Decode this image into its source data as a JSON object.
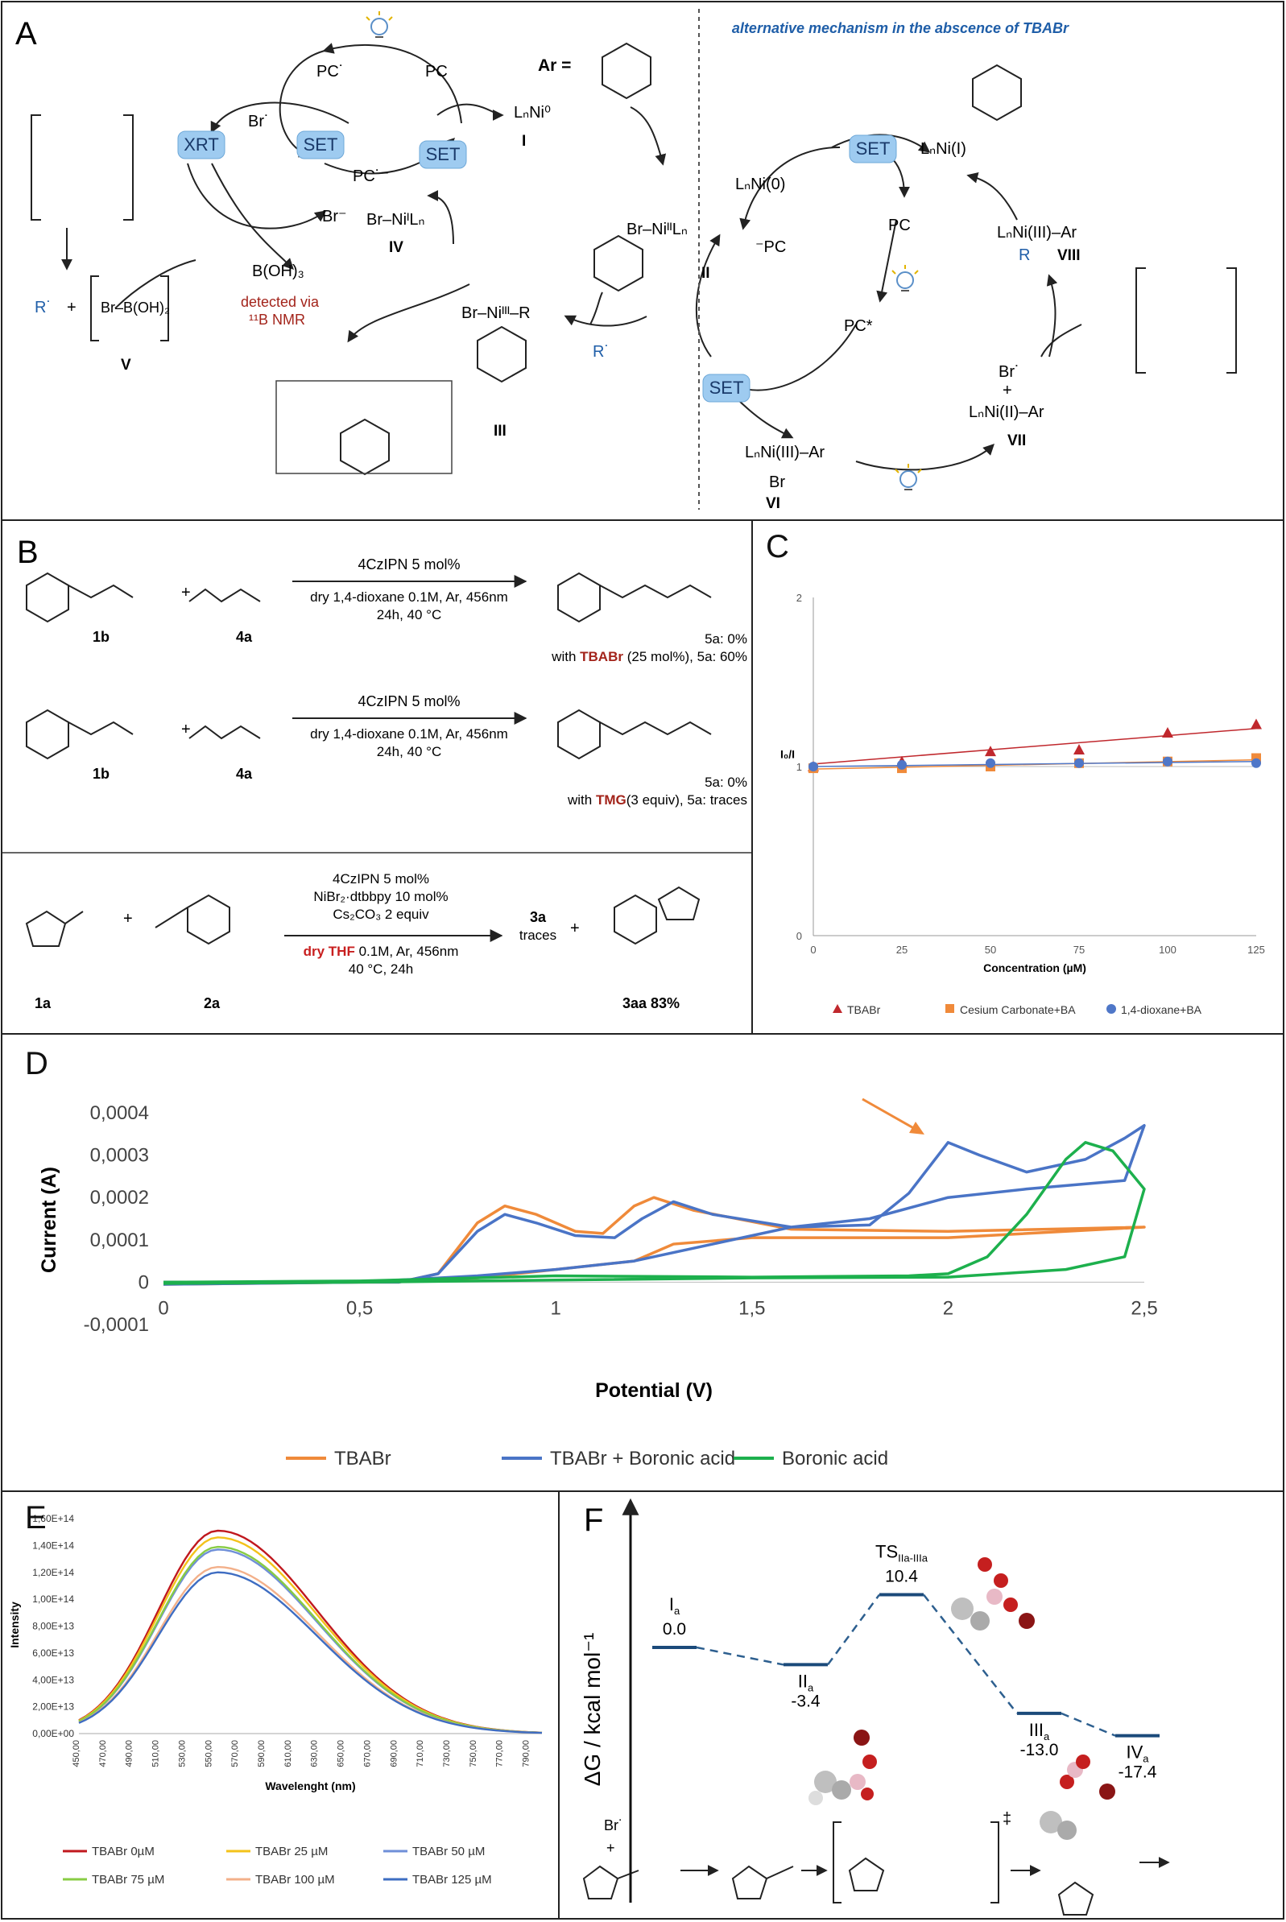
{
  "panels": {
    "a": {
      "label": "A",
      "subtitle": "alternative mechanism in the abscence of TBABr",
      "ar_label": "Ar =",
      "badges": {
        "xrt": "XRT",
        "set1": "SET",
        "set2": "SET",
        "set3": "SET",
        "set4": "SET"
      },
      "labels": {
        "pc_rad": "PC˙",
        "pc": "PC",
        "pc_minus": "PC˙⁻",
        "br_rad": "Br˙",
        "br_minus": "Br⁻",
        "lnni0": "LₙNi⁰",
        "i": "I",
        "br_ni_iv": "Br–NiᴵLₙ",
        "iv": "IV",
        "boh3": "B(OH)₃",
        "detected": "detected via",
        "nmr": "¹¹B NMR",
        "r_rad": "R˙",
        "plus": "+",
        "v": "V",
        "br_b_oh": "Br–B(OH)₂",
        "iii": "III",
        "br_ni_ii": "Br–NiᴵᴵLₙ",
        "ii": "II",
        "br_ni_iii_r": "Br–Niᴵᴵᴵ–R",
        "lnni_i": "LₙNi(I)",
        "lnni_0": "LₙNi(0)",
        "pc2": "PC",
        "pc_minus2": "⁻PC",
        "pc_star": "PC*",
        "lnni_iii_ar_r": "LₙNi(III)–Ar",
        "viii": "VIII",
        "r_blue": "R",
        "br_rad2": "Br˙",
        "plus2": "+",
        "lnni_ii_ar": "LₙNi(II)–Ar",
        "vii": "VII",
        "lnni_iii_ar": "LₙNi(III)–Ar",
        "br": "Br",
        "vi": "VI",
        "r_rad2": "R˙"
      }
    },
    "b": {
      "label": "B",
      "rxn1": {
        "cat": "4CzIPN 5 mol%",
        "cond1": "dry 1,4-dioxane 0.1M, Ar, 456nm",
        "cond2": "24h, 40 °C",
        "sm1": "1b",
        "sm2": "4a",
        "res1": "5a:   0%",
        "res2_pre": "with ",
        "res2_red": "TBABr",
        "res2_post": " (25 mol%), 5a: 60%"
      },
      "rxn2": {
        "cat": "4CzIPN 5 mol%",
        "cond1": "dry 1,4-dioxane 0.1M, Ar, 456nm",
        "cond2": "24h, 40 °C",
        "sm1": "1b",
        "sm2": "4a",
        "res1": "5a:      0%",
        "res2_pre": "with ",
        "res2_red": "TMG",
        "res2_post": "(3 equiv), 5a: traces"
      },
      "rxn3": {
        "cat1": "4CzIPN 5 mol%",
        "cat2": "NiBr₂·dtbbpy 10 mol%",
        "cat3": "Cs₂CO₃ 2 equiv",
        "cond_red": "dry THF",
        "cond1": " 0.1M, Ar, 456nm",
        "cond2": "40 °C, 24h",
        "sm1": "1a",
        "sm2": "2a",
        "mid1": "3a",
        "mid2": "traces",
        "prod": "3aa 83%"
      }
    },
    "c": {
      "label": "C",
      "legend_placement": "bottom"
    },
    "d": {
      "label": "D",
      "legend_placement": "bottom"
    },
    "e": {
      "label": "E",
      "legend_placement": "bottom"
    },
    "f": {
      "label": "F",
      "ylabel": "ΔG / kcal mol⁻¹",
      "levels": [
        {
          "name": "I",
          "sub": "a",
          "value": "0.0",
          "energy": 0.0
        },
        {
          "name": "II",
          "sub": "a",
          "value": "-3.4",
          "energy": -3.4
        },
        {
          "name": "TS",
          "sub": "IIa-IIIa",
          "value": "10.4",
          "energy": 10.4
        },
        {
          "name": "III",
          "sub": "a",
          "value": "-13.0",
          "energy": -13.0
        },
        {
          "name": "IV",
          "sub": "a",
          "value": "-17.4",
          "energy": -17.4
        }
      ],
      "scheme": {
        "br_rad": "Br˙",
        "plus": "+",
        "ts_mark": "‡"
      }
    }
  },
  "chart_data": [
    {
      "id": "C",
      "type": "scatter",
      "xlabel": "Concentration (µM)",
      "ylabel": "I₀/I",
      "xlim": [
        0,
        125
      ],
      "ylim": [
        0,
        2
      ],
      "xticks": [
        "0",
        "25",
        "50",
        "75",
        "100",
        "125"
      ],
      "yticks": [
        "0",
        "1",
        "2"
      ],
      "grid": false,
      "series": [
        {
          "name": "TBABr",
          "marker": "triangle",
          "color": "#c0282d",
          "x": [
            0,
            25,
            50,
            75,
            100,
            125
          ],
          "y": [
            1.0,
            1.03,
            1.09,
            1.1,
            1.2,
            1.25
          ],
          "fit": [
            1.015,
            1.225
          ]
        },
        {
          "name": "Cesium Carbonate+BA",
          "marker": "square",
          "color": "#f08a3a",
          "x": [
            0,
            25,
            50,
            75,
            100,
            125
          ],
          "y": [
            0.99,
            0.99,
            1.0,
            1.02,
            1.03,
            1.05
          ],
          "fit": [
            0.985,
            1.04
          ]
        },
        {
          "name": "1,4-dioxane+BA",
          "marker": "circle",
          "color": "#4f77c8",
          "x": [
            0,
            25,
            50,
            75,
            100,
            125
          ],
          "y": [
            1.0,
            1.01,
            1.02,
            1.02,
            1.03,
            1.02
          ],
          "fit": [
            1.0,
            1.03
          ]
        }
      ]
    },
    {
      "id": "D",
      "type": "line",
      "xlabel": "Potential (V)",
      "ylabel": "Current (A)",
      "xlim": [
        0,
        2.5
      ],
      "ylim": [
        -0.0001,
        0.0004
      ],
      "xticks": [
        "0",
        "0,5",
        "1",
        "1,5",
        "2",
        "2,5"
      ],
      "yticks": [
        "-0,0001",
        "0",
        "0,0001",
        "0,0002",
        "0,0003",
        "0,0004"
      ],
      "grid": false,
      "series": [
        {
          "name": "TBABr",
          "color": "#ef8a3a",
          "forward": [
            [
              0,
              0
            ],
            [
              0.6,
              0
            ],
            [
              0.7,
              2e-05
            ],
            [
              0.8,
              0.00014
            ],
            [
              0.87,
              0.00018
            ],
            [
              0.95,
              0.00016
            ],
            [
              1.05,
              0.00012
            ],
            [
              1.12,
              0.000115
            ],
            [
              1.2,
              0.00018
            ],
            [
              1.25,
              0.0002
            ],
            [
              1.35,
              0.00017
            ],
            [
              1.6,
              0.000125
            ],
            [
              2.0,
              0.00012
            ],
            [
              2.5,
              0.00013
            ]
          ],
          "reverse": [
            [
              2.5,
              0.00013
            ],
            [
              2.0,
              0.000105
            ],
            [
              1.5,
              0.000105
            ],
            [
              1.3,
              9e-05
            ],
            [
              1.2,
              5e-05
            ],
            [
              1.0,
              3e-05
            ],
            [
              0.8,
              1e-05
            ],
            [
              0.7,
              5e-06
            ],
            [
              0.5,
              0
            ],
            [
              0,
              -5e-06
            ]
          ]
        },
        {
          "name": "TBABr + Boronic acid",
          "color": "#4a74c6",
          "forward": [
            [
              0,
              0
            ],
            [
              0.6,
              0
            ],
            [
              0.7,
              2e-05
            ],
            [
              0.8,
              0.00012
            ],
            [
              0.87,
              0.00016
            ],
            [
              0.95,
              0.00014
            ],
            [
              1.05,
              0.00011
            ],
            [
              1.15,
              0.000105
            ],
            [
              1.22,
              0.00015
            ],
            [
              1.3,
              0.00019
            ],
            [
              1.4,
              0.00016
            ],
            [
              1.6,
              0.00013
            ],
            [
              1.8,
              0.000135
            ],
            [
              1.9,
              0.00021
            ],
            [
              2.0,
              0.00033
            ],
            [
              2.08,
              0.0003
            ],
            [
              2.2,
              0.00026
            ],
            [
              2.35,
              0.00029
            ],
            [
              2.45,
              0.00034
            ],
            [
              2.5,
              0.00037
            ]
          ],
          "reverse": [
            [
              2.5,
              0.00037
            ],
            [
              2.45,
              0.00024
            ],
            [
              2.2,
              0.00022
            ],
            [
              2.0,
              0.0002
            ],
            [
              1.8,
              0.00015
            ],
            [
              1.6,
              0.00013
            ],
            [
              1.4,
              9e-05
            ],
            [
              1.2,
              5e-05
            ],
            [
              1.0,
              3e-05
            ],
            [
              0.8,
              1.5e-05
            ],
            [
              0.5,
              0
            ],
            [
              0,
              -5e-06
            ]
          ]
        },
        {
          "name": "Boronic acid",
          "color": "#1db04d",
          "forward": [
            [
              0,
              0
            ],
            [
              0.5,
              3e-06
            ],
            [
              1.0,
              1.5e-05
            ],
            [
              1.5,
              1.2e-05
            ],
            [
              1.9,
              1.5e-05
            ],
            [
              2.0,
              2e-05
            ],
            [
              2.1,
              6e-05
            ],
            [
              2.2,
              0.00016
            ],
            [
              2.3,
              0.00029
            ],
            [
              2.35,
              0.00033
            ],
            [
              2.42,
              0.00031
            ],
            [
              2.5,
              0.00022
            ]
          ],
          "reverse": [
            [
              2.5,
              0.00022
            ],
            [
              2.45,
              6e-05
            ],
            [
              2.3,
              3e-05
            ],
            [
              2.0,
              1.2e-05
            ],
            [
              1.5,
              1e-05
            ],
            [
              1.0,
              5e-06
            ],
            [
              0.5,
              0
            ],
            [
              0,
              -3e-06
            ]
          ]
        }
      ]
    },
    {
      "id": "E",
      "type": "line",
      "xlabel": "Wavelenght (nm)",
      "ylabel": "Intensity",
      "xlim": [
        450,
        800
      ],
      "ylim": [
        0,
        160000000000000.0
      ],
      "xticks": [
        "450,00",
        "470,00",
        "490,00",
        "510,00",
        "530,00",
        "550,00",
        "570,00",
        "590,00",
        "610,00",
        "630,00",
        "650,00",
        "670,00",
        "690,00",
        "710,00",
        "730,00",
        "750,00",
        "770,00",
        "790,00"
      ],
      "yticks": [
        "0,00E+00",
        "2,00E+13",
        "4,00E+13",
        "6,00E+13",
        "8,00E+13",
        "1,00E+14",
        "1,20E+14",
        "1,40E+14",
        "1,60E+14"
      ],
      "grid": false,
      "series": [
        {
          "name": "TBABr 0µM",
          "color": "#c0181e",
          "peak": 151000000000000.0
        },
        {
          "name": "TBABr 25 µM",
          "color": "#f3c21a",
          "peak": 146000000000000.0
        },
        {
          "name": "TBABr 50 µM",
          "color": "#6f8fd8",
          "peak": 137000000000000.0
        },
        {
          "name": "TBABr 75 µM",
          "color": "#88cc44",
          "peak": 139000000000000.0
        },
        {
          "name": "TBABr 100 µM",
          "color": "#f3b08a",
          "peak": 124000000000000.0
        },
        {
          "name": "TBABr 125 µM",
          "color": "#3e6dc2",
          "peak": 120000000000000.0
        }
      ]
    }
  ]
}
